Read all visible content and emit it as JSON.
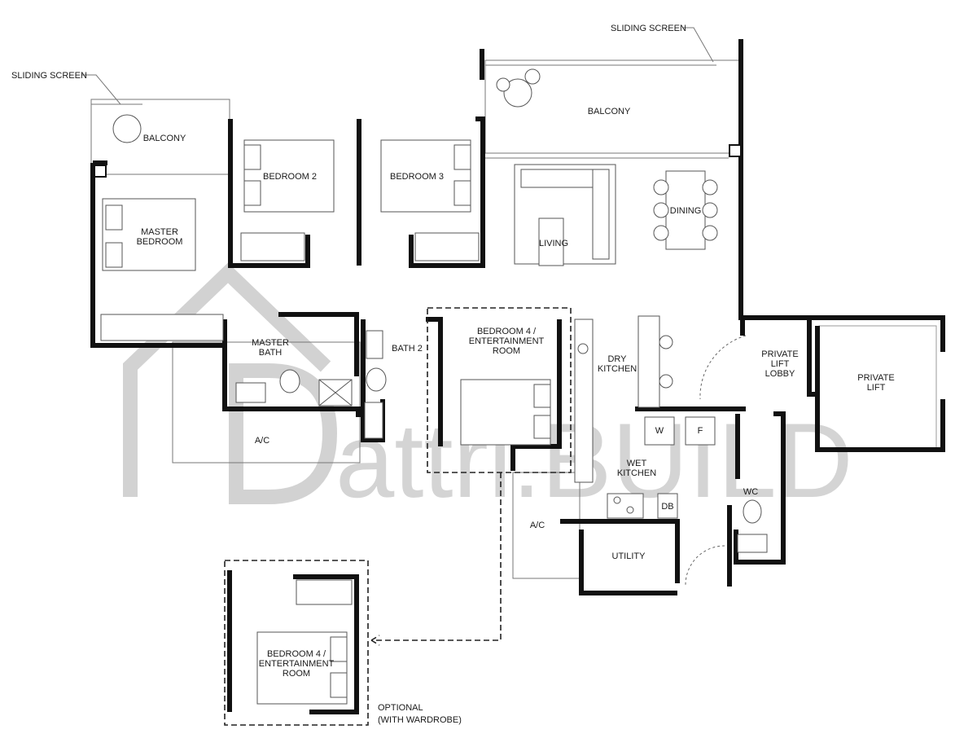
{
  "watermark": {
    "text": "attri.BUILD"
  },
  "rooms": {
    "balcony_left": "BALCONY",
    "balcony_top": "BALCONY",
    "master_bedroom_1": "MASTER",
    "master_bedroom_2": "BEDROOM",
    "bedroom2": "BEDROOM 2",
    "bedroom3": "BEDROOM 3",
    "living": "LIVING",
    "dining": "DINING",
    "master_bath_1": "MASTER",
    "master_bath_2": "BATH",
    "bath2": "BATH 2",
    "bedroom4_1": "BEDROOM 4 /",
    "bedroom4_2": "ENTERTAINMENT",
    "bedroom4_3": "ROOM",
    "dry_kitchen_1": "DRY",
    "dry_kitchen_2": "KITCHEN",
    "private_lift_lobby_1": "PRIVATE",
    "private_lift_lobby_2": "LIFT",
    "private_lift_lobby_3": "LOBBY",
    "private_lift_1": "PRIVATE",
    "private_lift_2": "LIFT",
    "ac_left": "A/C",
    "ac_right": "A/C",
    "wet_kitchen_1": "WET",
    "wet_kitchen_2": "KITCHEN",
    "washer": "W",
    "fridge": "F",
    "wc": "WC",
    "db": "DB",
    "utility": "UTILITY",
    "optional_bedroom_1": "BEDROOM 4 /",
    "optional_bedroom_2": "ENTERTAINMENT",
    "optional_bedroom_3": "ROOM"
  },
  "annotations": {
    "sliding_screen_left": "SLIDING SCREEN",
    "sliding_screen_right": "SLIDING SCREEN",
    "optional_1": "OPTIONAL",
    "optional_2": "(WITH WARDROBE)"
  }
}
